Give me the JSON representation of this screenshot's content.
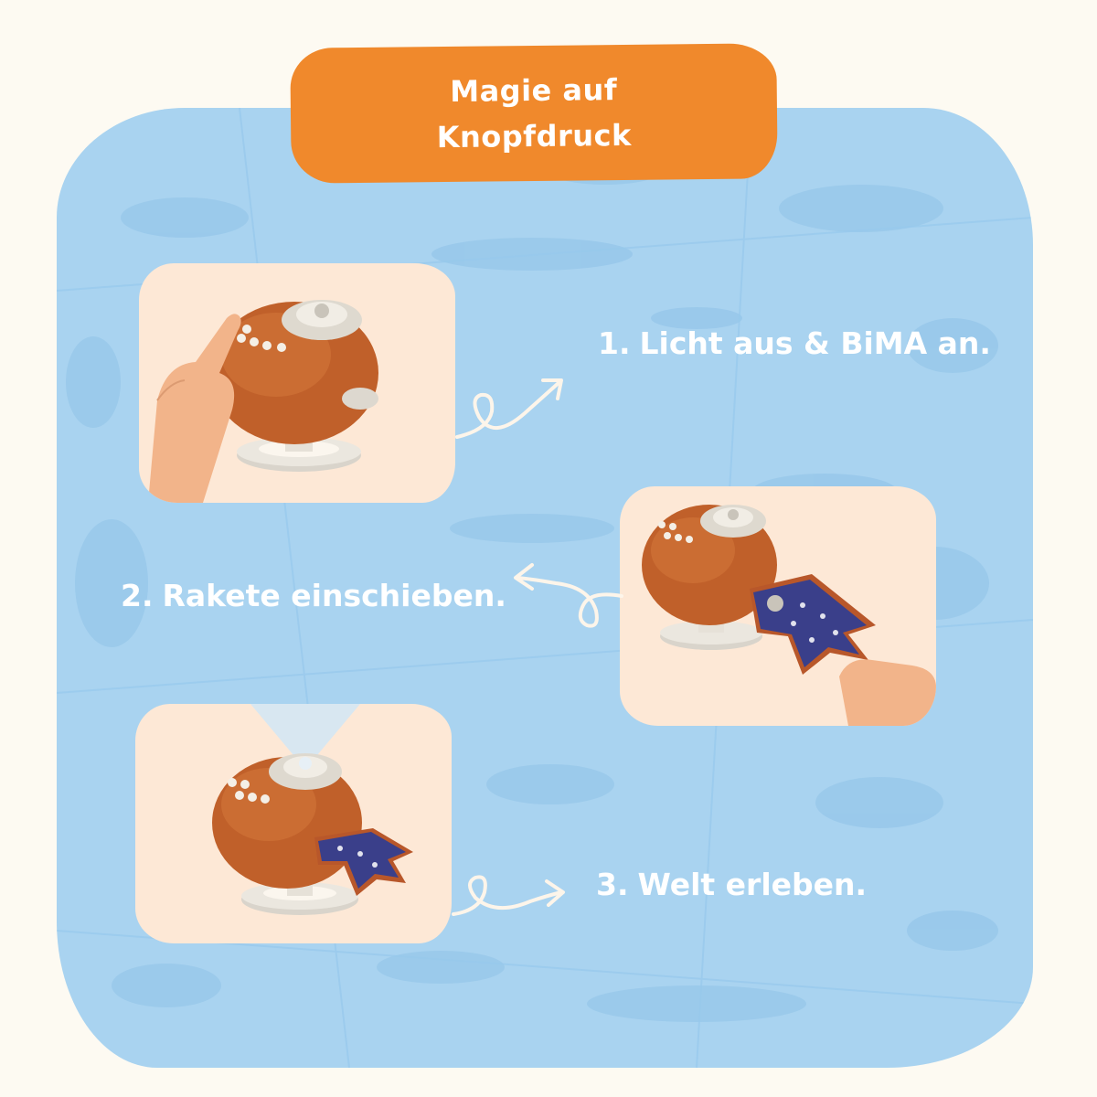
{
  "title": {
    "line1": "Magie auf",
    "line2": "Knopfdruck"
  },
  "steps": [
    {
      "number": "1.",
      "text": "Licht aus & BiMA an."
    },
    {
      "number": "2.",
      "text": "Rakete einschieben."
    },
    {
      "number": "3.",
      "text": "Welt erleben."
    }
  ],
  "colors": {
    "background": "#fdfaf2",
    "panel": "#a9d3f0",
    "accent": "#f0892c",
    "card": "#fde8d6",
    "device_body": "#c0602a",
    "device_base": "#e8e4dc",
    "cartridge": "#3a3f8a",
    "text": "#ffffff"
  },
  "icons": [
    "curly-arrow-icon",
    "projector-device-icon",
    "rocket-cartridge-icon",
    "hand-pointer-icon"
  ]
}
